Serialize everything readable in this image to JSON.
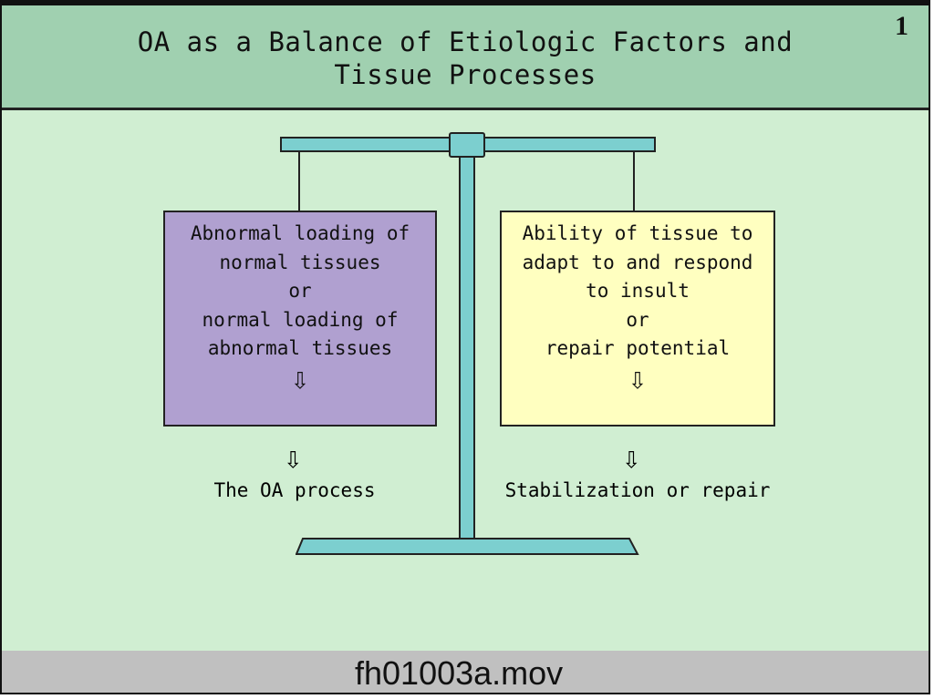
{
  "slide_number": "1",
  "title_lines": [
    "OA as a Balance of Etiologic Factors and",
    "Tissue Processes"
  ],
  "left_box": {
    "lines": [
      "Abnormal loading of",
      "normal tissues",
      "or",
      "normal loading of",
      "abnormal tissues"
    ],
    "outcome": "The OA process"
  },
  "right_box": {
    "lines": [
      "Ability of tissue to",
      "adapt to and respond",
      "to insult",
      "or",
      "repair potential"
    ],
    "outcome": "Stabilization or repair"
  },
  "footer_filename": "fh01003a.mov",
  "colors": {
    "header": "#a0d0b0",
    "body": "#d0eed2",
    "scale": "#7ccfcf",
    "left_box": "#b0a0d0",
    "right_box": "#ffffc0",
    "footer": "#c0c0c0"
  }
}
